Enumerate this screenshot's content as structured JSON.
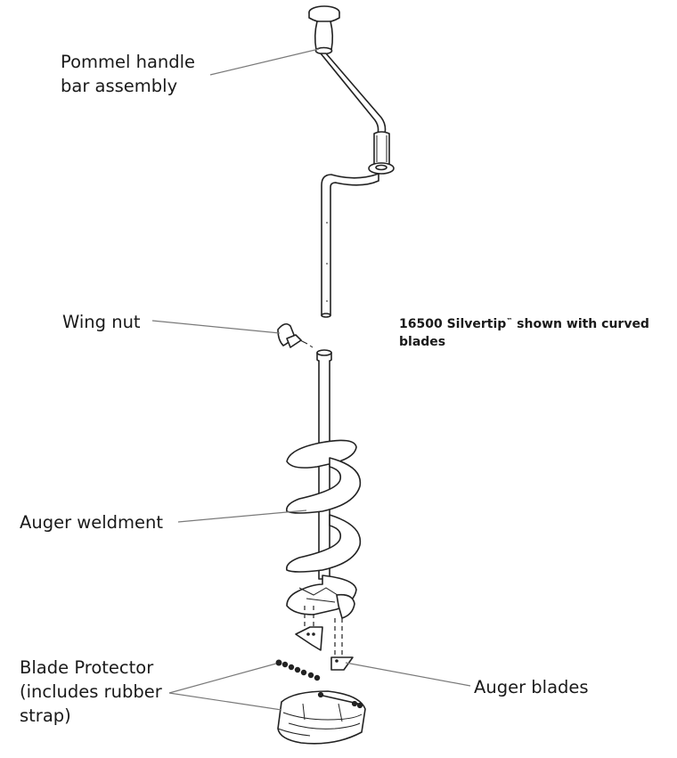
{
  "labels": {
    "pommel": [
      "Pommel handle",
      "bar assembly"
    ],
    "wing_nut": "Wing nut",
    "auger_weldment": "Auger weldment",
    "blade_protector": [
      "Blade Protector",
      "(includes rubber",
      "strap)"
    ],
    "auger_blades": "Auger blades"
  },
  "caption": {
    "line1_pre": "16500 Silvertip",
    "trademark": "™",
    "line1_post": " shown with curved",
    "line2": "blades"
  }
}
